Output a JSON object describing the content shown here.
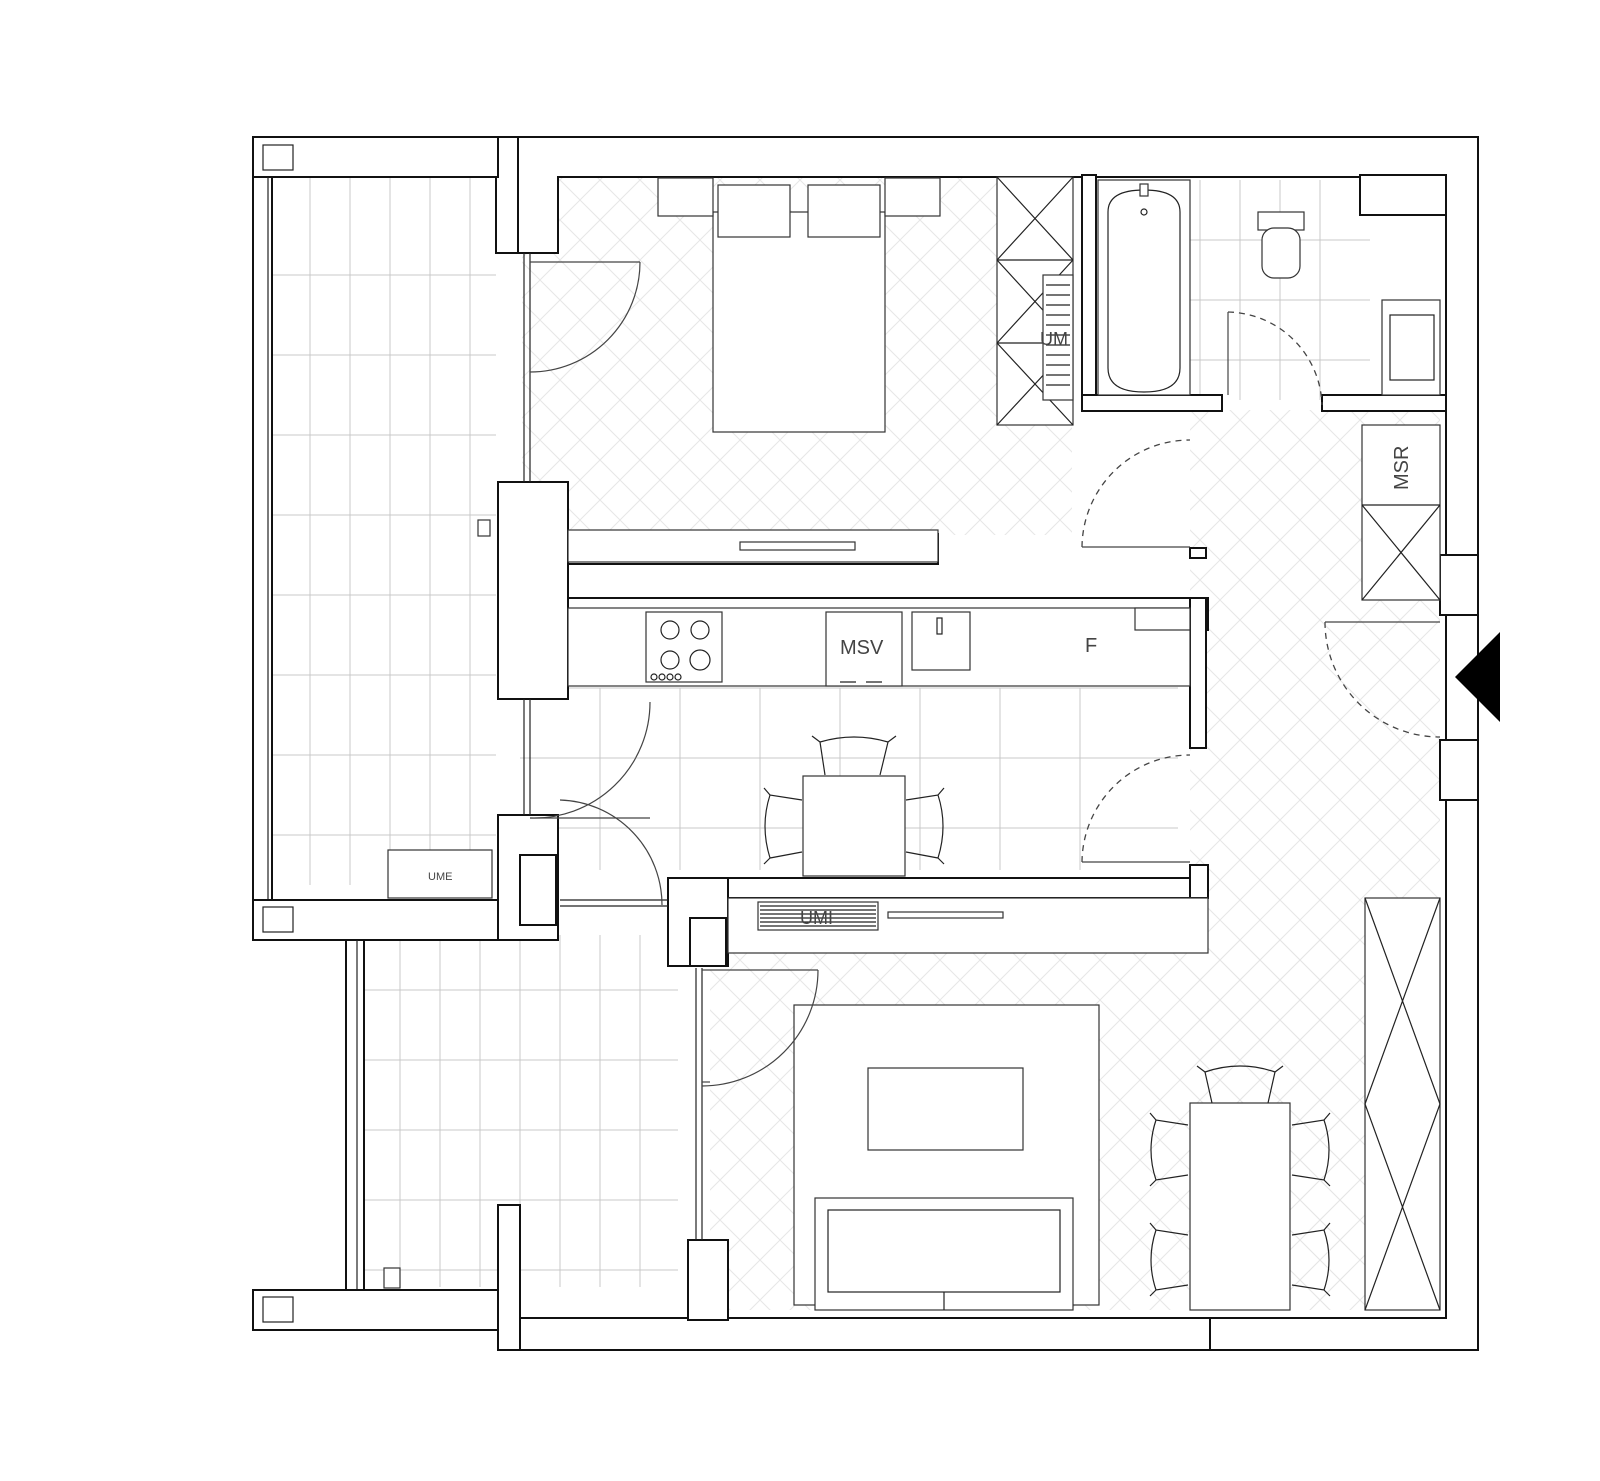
{
  "labels": {
    "um": "UM",
    "msr": "MSR",
    "msv": "MSV",
    "f": "F",
    "ume": "UME",
    "umi": "UMI"
  },
  "colors": {
    "wall": "#111111",
    "floor": "#ffffff",
    "tile_grid": "#c8c8c8",
    "parquet": "#e6e6e6",
    "entrance_marker": "#000000"
  },
  "icons": {
    "entrance": "entrance-arrow-icon"
  }
}
